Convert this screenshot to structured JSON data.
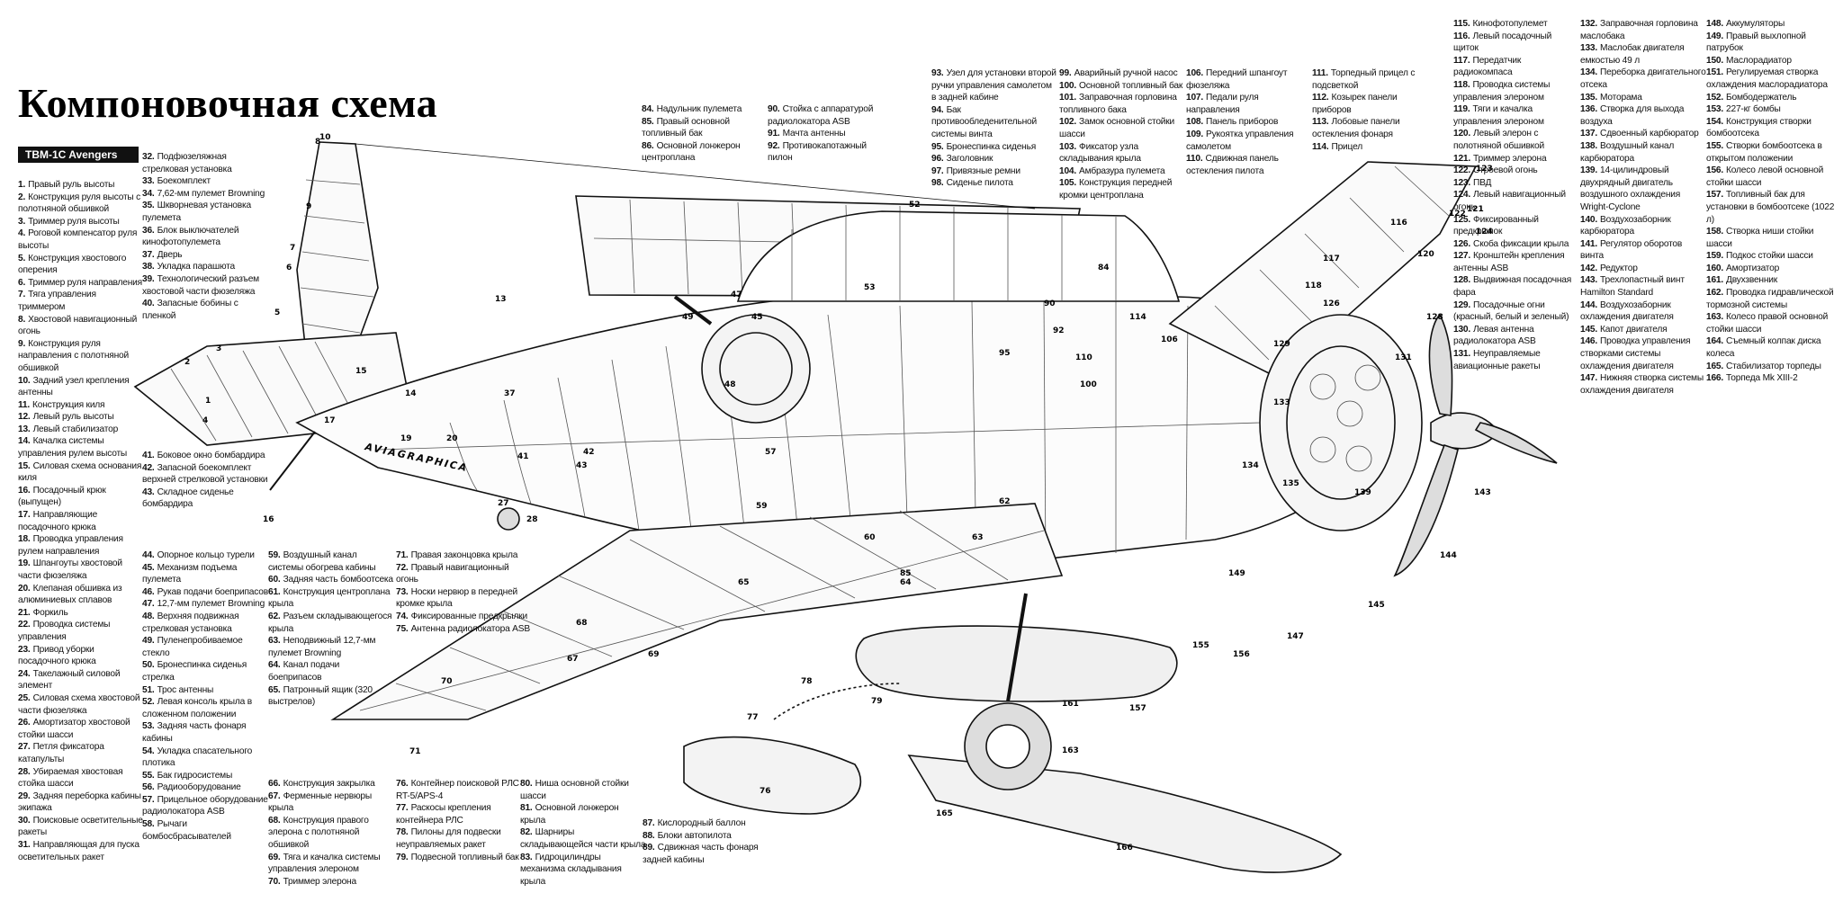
{
  "title": "Компоновочная схема",
  "aircraft_badge": "TBM-1C Avengers",
  "watermark": "AVIAGRAPHICA",
  "legend_columns": [
    {
      "id": "c1",
      "items": [
        {
          "n": "1.",
          "t": "Правый руль высоты"
        },
        {
          "n": "2.",
          "t": "Конструкция руля высоты с полотняной обшивкой"
        },
        {
          "n": "3.",
          "t": "Триммер руля высоты"
        },
        {
          "n": "4.",
          "t": "Роговой компенсатор руля высоты"
        },
        {
          "n": "5.",
          "t": "Конструкция хвостового оперения"
        },
        {
          "n": "6.",
          "t": "Триммер руля направления"
        },
        {
          "n": "7.",
          "t": "Тяга управления триммером"
        },
        {
          "n": "8.",
          "t": "Хвостовой навигационный огонь"
        },
        {
          "n": "9.",
          "t": "Конструкция руля направления с полотняной обшивкой"
        },
        {
          "n": "10.",
          "t": "Задний узел крепления антенны"
        },
        {
          "n": "11.",
          "t": "Конструкция киля"
        },
        {
          "n": "12.",
          "t": "Левый руль высоты"
        },
        {
          "n": "13.",
          "t": "Левый стабилизатор"
        },
        {
          "n": "14.",
          "t": "Качалка системы управления рулем высоты"
        },
        {
          "n": "15.",
          "t": "Силовая схема основания киля"
        },
        {
          "n": "16.",
          "t": "Посадочный крюк (выпущен)"
        },
        {
          "n": "17.",
          "t": "Направляющие посадочного крюка"
        },
        {
          "n": "18.",
          "t": "Проводка управления рулем направления"
        },
        {
          "n": "19.",
          "t": "Шпангоуты хвостовой части фюзеляжа"
        },
        {
          "n": "20.",
          "t": "Клепаная обшивка из алюминиевых сплавов"
        },
        {
          "n": "21.",
          "t": "Форкиль"
        },
        {
          "n": "22.",
          "t": "Проводка системы управления"
        },
        {
          "n": "23.",
          "t": "Привод уборки посадочного крюка"
        },
        {
          "n": "24.",
          "t": "Такелажный силовой элемент"
        },
        {
          "n": "25.",
          "t": "Силовая схема хвостовой части фюзеляжа"
        },
        {
          "n": "26.",
          "t": "Амортизатор хвостовой стойки шасси"
        },
        {
          "n": "27.",
          "t": "Петля фиксатора катапульты"
        },
        {
          "n": "28.",
          "t": "Убираемая хвостовая стойка шасси"
        },
        {
          "n": "29.",
          "t": "Задняя переборка кабины экипажа"
        },
        {
          "n": "30.",
          "t": "Поисковые осветительные ракеты"
        },
        {
          "n": "31.",
          "t": "Направляющая для пуска осветительных ракет"
        }
      ]
    },
    {
      "id": "c2",
      "items": [
        {
          "n": "32.",
          "t": "Подфюзеляжная стрелковая установка"
        },
        {
          "n": "33.",
          "t": "Боекомплект"
        },
        {
          "n": "34.",
          "t": "7,62-мм пулемет Browning"
        },
        {
          "n": "35.",
          "t": "Шкворневая установка пулемета"
        },
        {
          "n": "36.",
          "t": "Блок выключателей кинофотопулемета"
        },
        {
          "n": "37.",
          "t": "Дверь"
        },
        {
          "n": "38.",
          "t": "Укладка парашюта"
        },
        {
          "n": "39.",
          "t": "Технологический разъем хвостовой части фюзеляжа"
        },
        {
          "n": "40.",
          "t": "Запасные бобины с пленкой"
        }
      ]
    },
    {
      "id": "c3",
      "items": [
        {
          "n": "41.",
          "t": "Боковое окно бомбардира"
        },
        {
          "n": "42.",
          "t": "Запасной боекомплект верхней стрелковой установки"
        },
        {
          "n": "43.",
          "t": "Складное сиденье бомбардира"
        }
      ]
    },
    {
      "id": "c4",
      "items": [
        {
          "n": "44.",
          "t": "Опорное кольцо турели"
        },
        {
          "n": "45.",
          "t": "Механизм подъема пулемета"
        },
        {
          "n": "46.",
          "t": "Рукав подачи боеприпасов"
        },
        {
          "n": "47.",
          "t": "12,7-мм пулемет Browning"
        },
        {
          "n": "48.",
          "t": "Верхняя подвижная стрелковая установка"
        },
        {
          "n": "49.",
          "t": "Пуленепробиваемое стекло"
        },
        {
          "n": "50.",
          "t": "Бронеспинка сиденья стрелка"
        },
        {
          "n": "51.",
          "t": "Трос антенны"
        },
        {
          "n": "52.",
          "t": "Левая консоль крыла в сложенном положении"
        },
        {
          "n": "53.",
          "t": "Задняя часть фонаря кабины"
        },
        {
          "n": "54.",
          "t": "Укладка спасательного плотика"
        },
        {
          "n": "55.",
          "t": "Бак гидросистемы"
        },
        {
          "n": "56.",
          "t": "Радиооборудование"
        },
        {
          "n": "57.",
          "t": "Прицельное оборудование радиолокатора ASB"
        },
        {
          "n": "58.",
          "t": "Рычаги бомбосбрасывателей"
        }
      ]
    },
    {
      "id": "c5",
      "items": [
        {
          "n": "59.",
          "t": "Воздушный канал системы обогрева кабины"
        },
        {
          "n": "60.",
          "t": "Задняя часть бомбоотсека"
        },
        {
          "n": "61.",
          "t": "Конструкция центроплана крыла"
        },
        {
          "n": "62.",
          "t": "Разъем складывающегося крыла"
        },
        {
          "n": "63.",
          "t": "Неподвижный 12,7-мм пулемет Browning"
        },
        {
          "n": "64.",
          "t": "Канал подачи боеприпасов"
        },
        {
          "n": "65.",
          "t": "Патронный ящик (320 выстрелов)"
        }
      ]
    },
    {
      "id": "c6",
      "items": [
        {
          "n": "66.",
          "t": "Конструкция закрылка"
        },
        {
          "n": "67.",
          "t": "Ферменные нервюры крыла"
        },
        {
          "n": "68.",
          "t": "Конструкция правого элерона с полотняной обшивкой"
        },
        {
          "n": "69.",
          "t": "Тяга и качалка системы управления элероном"
        },
        {
          "n": "70.",
          "t": "Триммер элерона"
        }
      ]
    },
    {
      "id": "c7",
      "items": [
        {
          "n": "71.",
          "t": "Правая законцовка крыла"
        },
        {
          "n": "72.",
          "t": "Правый навигационный огонь"
        },
        {
          "n": "73.",
          "t": "Носки нервюр в передней кромке крыла"
        },
        {
          "n": "74.",
          "t": "Фиксированные предкрылки"
        },
        {
          "n": "75.",
          "t": "Антенна радиолокатора ASB"
        }
      ]
    },
    {
      "id": "c8",
      "items": [
        {
          "n": "76.",
          "t": "Контейнер поисковой РЛС RT-5/APS-4"
        },
        {
          "n": "77.",
          "t": "Раскосы крепления контейнера РЛС"
        },
        {
          "n": "78.",
          "t": "Пилоны для подвески неуправляемых ракет"
        },
        {
          "n": "79.",
          "t": "Подвесной топливный бак"
        }
      ]
    },
    {
      "id": "c9",
      "items": [
        {
          "n": "80.",
          "t": "Ниша основной стойки шасси"
        },
        {
          "n": "81.",
          "t": "Основной лонжерон крыла"
        },
        {
          "n": "82.",
          "t": "Шарниры складывающейся части крыла"
        },
        {
          "n": "83.",
          "t": "Гидроцилиндры механизма складывания крыла"
        }
      ]
    },
    {
      "id": "c10",
      "items": [
        {
          "n": "84.",
          "t": "Надульник пулемета"
        },
        {
          "n": "85.",
          "t": "Правый основной топливный бак"
        },
        {
          "n": "86.",
          "t": "Основной лонжерон центроплана"
        }
      ]
    },
    {
      "id": "c11",
      "items": [
        {
          "n": "87.",
          "t": "Кислородный баллон"
        },
        {
          "n": "88.",
          "t": "Блоки автопилота"
        },
        {
          "n": "89.",
          "t": "Сдвижная часть фонаря задней кабины"
        }
      ]
    },
    {
      "id": "c12",
      "items": [
        {
          "n": "90.",
          "t": "Стойка с аппаратурой радиолокатора ASB"
        },
        {
          "n": "91.",
          "t": "Мачта антенны"
        },
        {
          "n": "92.",
          "t": "Противокапотажный пилон"
        }
      ]
    },
    {
      "id": "c13",
      "items": [
        {
          "n": "93.",
          "t": "Узел для установки второй ручки управления самолетом в задней кабине"
        },
        {
          "n": "94.",
          "t": "Бак противообледенительной системы винта"
        },
        {
          "n": "95.",
          "t": "Бронеспинка сиденья"
        },
        {
          "n": "96.",
          "t": "Заголовник"
        },
        {
          "n": "97.",
          "t": "Привязные ремни"
        },
        {
          "n": "98.",
          "t": "Сиденье пилота"
        }
      ]
    },
    {
      "id": "c14",
      "items": [
        {
          "n": "99.",
          "t": "Аварийный ручной насос"
        },
        {
          "n": "100.",
          "t": "Основной топливный бак"
        },
        {
          "n": "101.",
          "t": "Заправочная горловина топливного бака"
        },
        {
          "n": "102.",
          "t": "Замок основной стойки шасси"
        },
        {
          "n": "103.",
          "t": "Фиксатор узла складывания крыла"
        },
        {
          "n": "104.",
          "t": "Амбразура пулемета"
        },
        {
          "n": "105.",
          "t": "Конструкция передней кромки центроплана"
        }
      ]
    },
    {
      "id": "c15",
      "items": [
        {
          "n": "106.",
          "t": "Передний шпангоут фюзеляжа"
        },
        {
          "n": "107.",
          "t": "Педали руля направления"
        },
        {
          "n": "108.",
          "t": "Панель приборов"
        },
        {
          "n": "109.",
          "t": "Рукоятка управления самолетом"
        },
        {
          "n": "110.",
          "t": "Сдвижная панель остекления пилота"
        }
      ]
    },
    {
      "id": "c16",
      "items": [
        {
          "n": "111.",
          "t": "Торпедный прицел с подсветкой"
        },
        {
          "n": "112.",
          "t": "Козырек панели приборов"
        },
        {
          "n": "113.",
          "t": "Лобовые панели остекления фонаря"
        },
        {
          "n": "114.",
          "t": "Прицел"
        }
      ]
    },
    {
      "id": "c17",
      "items": [
        {
          "n": "115.",
          "t": "Кинофотопулемет"
        },
        {
          "n": "116.",
          "t": "Левый посадочный щиток"
        },
        {
          "n": "117.",
          "t": "Передатчик радиокомпаса"
        },
        {
          "n": "118.",
          "t": "Проводка системы управления элероном"
        },
        {
          "n": "119.",
          "t": "Тяги и качалка управления элероном"
        },
        {
          "n": "120.",
          "t": "Левый элерон с полотняной обшивкой"
        },
        {
          "n": "121.",
          "t": "Триммер элерона"
        },
        {
          "n": "122.",
          "t": "Строевой огонь"
        },
        {
          "n": "123.",
          "t": "ПВД"
        },
        {
          "n": "124.",
          "t": "Левый навигационный огонь"
        },
        {
          "n": "125.",
          "t": "Фиксированный предкрылок"
        },
        {
          "n": "126.",
          "t": "Скоба фиксации крыла"
        },
        {
          "n": "127.",
          "t": "Кронштейн крепления антенны ASB"
        },
        {
          "n": "128.",
          "t": "Выдвижная посадочная фара"
        },
        {
          "n": "129.",
          "t": "Посадочные огни (красный, белый и зеленый)"
        },
        {
          "n": "130.",
          "t": "Левая антенна радиолокатора ASB"
        },
        {
          "n": "131.",
          "t": "Неуправляемые авиационные ракеты"
        }
      ]
    },
    {
      "id": "c18",
      "items": [
        {
          "n": "132.",
          "t": "Заправочная горловина маслобака"
        },
        {
          "n": "133.",
          "t": "Маслобак двигателя емкостью 49 л"
        },
        {
          "n": "134.",
          "t": "Переборка двигательного отсека"
        },
        {
          "n": "135.",
          "t": "Моторама"
        },
        {
          "n": "136.",
          "t": "Створка для выхода воздуха"
        },
        {
          "n": "137.",
          "t": "Сдвоенный карбюратор"
        },
        {
          "n": "138.",
          "t": "Воздушный канал карбюратора"
        },
        {
          "n": "139.",
          "t": "14-цилиндровый двухрядный двигатель воздушного охлаждения Wright-Cyclone"
        },
        {
          "n": "140.",
          "t": "Воздухозаборник карбюратора"
        },
        {
          "n": "141.",
          "t": "Регулятор оборотов винта"
        },
        {
          "n": "142.",
          "t": "Редуктор"
        },
        {
          "n": "143.",
          "t": "Трехлопастный винт Hamilton Standard"
        },
        {
          "n": "144.",
          "t": "Воздухозаборник охлаждения двигателя"
        },
        {
          "n": "145.",
          "t": "Капот двигателя"
        },
        {
          "n": "146.",
          "t": "Проводка управления створками системы охлаждения двигателя"
        },
        {
          "n": "147.",
          "t": "Нижняя створка системы охлаждения двигателя"
        }
      ]
    },
    {
      "id": "c19",
      "items": [
        {
          "n": "148.",
          "t": "Аккумуляторы"
        },
        {
          "n": "149.",
          "t": "Правый выхлопной патрубок"
        },
        {
          "n": "150.",
          "t": "Маслорадиатор"
        },
        {
          "n": "151.",
          "t": "Регулируемая створка охлаждения маслорадиатора"
        },
        {
          "n": "152.",
          "t": "Бомбодержатель"
        },
        {
          "n": "153.",
          "t": "227-кг бомбы"
        },
        {
          "n": "154.",
          "t": "Конструкция створки бомбоотсека"
        },
        {
          "n": "155.",
          "t": "Створки бомбоотсека в открытом положении"
        },
        {
          "n": "156.",
          "t": "Колесо левой основной стойки шасси"
        },
        {
          "n": "157.",
          "t": "Топливный бак для установки в бомбоотсеке (1022 л)"
        },
        {
          "n": "158.",
          "t": "Створка ниши стойки шасси"
        },
        {
          "n": "159.",
          "t": "Подкос стойки шасси"
        },
        {
          "n": "160.",
          "t": "Амортизатор"
        },
        {
          "n": "161.",
          "t": "Двухзвенник"
        },
        {
          "n": "162.",
          "t": "Проводка гидравлической тормозной системы"
        },
        {
          "n": "163.",
          "t": "Колесо правой основной стойки шасси"
        },
        {
          "n": "164.",
          "t": "Съемный колпак диска колеса"
        },
        {
          "n": "165.",
          "t": "Стабилизатор торпеды"
        },
        {
          "n": "166.",
          "t": "Торпеда Mk XIII-2"
        }
      ]
    }
  ],
  "callouts": [
    "1",
    "2",
    "3",
    "4",
    "5",
    "6",
    "7",
    "8",
    "9",
    "10",
    "13",
    "14",
    "15",
    "16",
    "17",
    "19",
    "20",
    "27",
    "28",
    "37",
    "41",
    "42",
    "43",
    "45",
    "47",
    "48",
    "49",
    "52",
    "53",
    "57",
    "59",
    "60",
    "62",
    "63",
    "64",
    "65",
    "67",
    "68",
    "69",
    "70",
    "71",
    "76",
    "77",
    "78",
    "79",
    "84",
    "85",
    "90",
    "92",
    "95",
    "100",
    "106",
    "110",
    "114",
    "116",
    "117",
    "118",
    "120",
    "121",
    "122",
    "123",
    "124",
    "126",
    "128",
    "129",
    "131",
    "133",
    "134",
    "135",
    "139",
    "143",
    "144",
    "145",
    "147",
    "149",
    "155",
    "156",
    "157",
    "161",
    "163",
    "165",
    "166"
  ]
}
